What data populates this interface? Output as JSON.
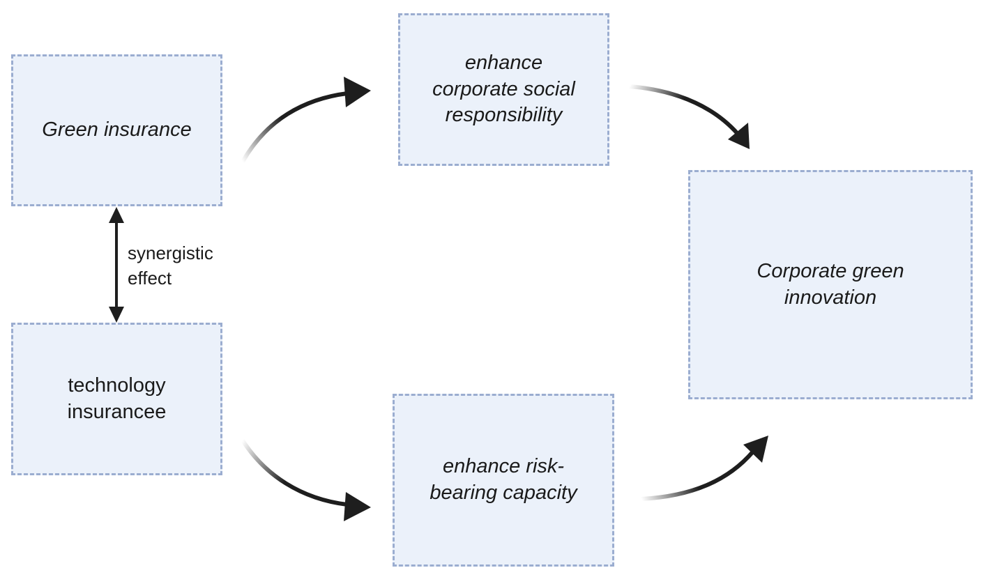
{
  "nodes": {
    "green_insurance": "Green insurance",
    "technology_insurancee": "technology\ninsurancee",
    "enhance_csr": "enhance\ncorporate social\nresponsibility",
    "enhance_risk": "enhance risk-\nbearing capacity",
    "corporate_green_innovation": "Corporate green\ninnovation"
  },
  "edge_labels": {
    "synergistic_effect": "synergistic\neffect"
  },
  "colors": {
    "node_fill": "#ebf1fa",
    "node_border": "#9badd0",
    "arrow": "#1e1e1e"
  }
}
